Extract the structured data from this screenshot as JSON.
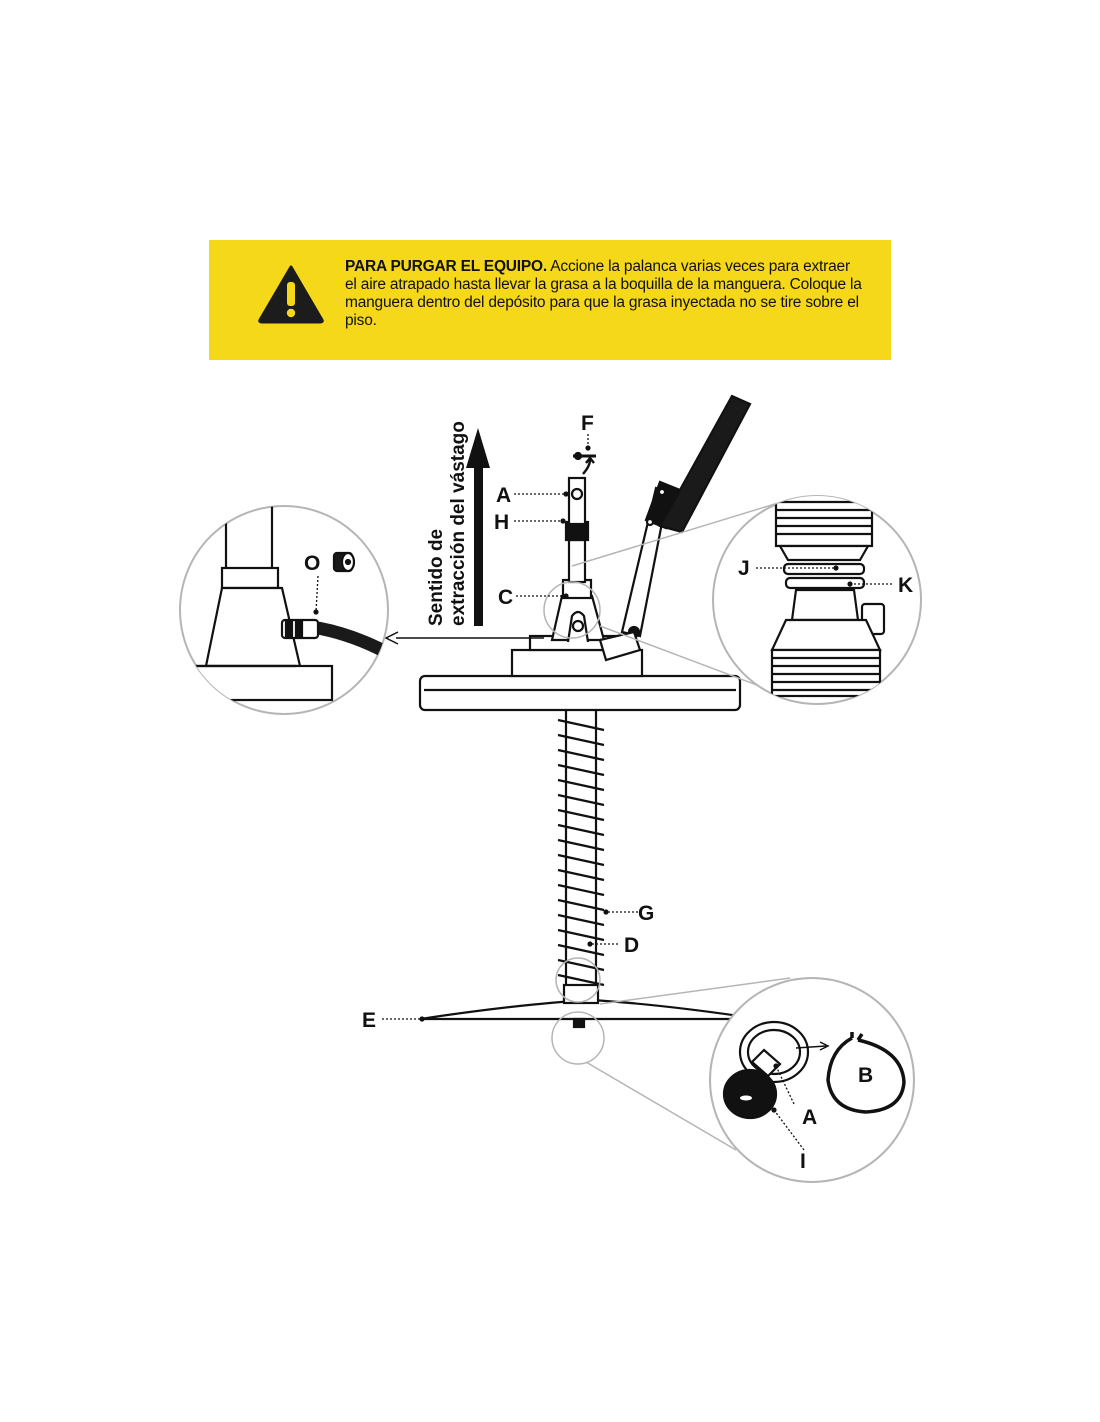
{
  "colors": {
    "warning_bg": "#f5d81a",
    "ink": "#111111",
    "callout_circle": "#b5b5b5",
    "hose": "#1a1a1a"
  },
  "warning": {
    "icon": "warning-triangle-icon",
    "title": "PARA PURGAR EL EQUIPO.",
    "body": "Accione la palanca varias veces para extraer el aire atrapado hasta llevar la grasa a la boquilla de la manguera. Coloque la manguera dentro del depósito para que la grasa inyectada no se tire sobre el piso."
  },
  "direction_label": {
    "line1": "Sentido de",
    "line2": "extracción del vástago"
  },
  "labels": {
    "F": "F",
    "A": "A",
    "H": "H",
    "C": "C",
    "O": "O",
    "J": "J",
    "K": "K",
    "G": "G",
    "D": "D",
    "E": "E",
    "B": "B",
    "A2": "A",
    "I": "I"
  }
}
